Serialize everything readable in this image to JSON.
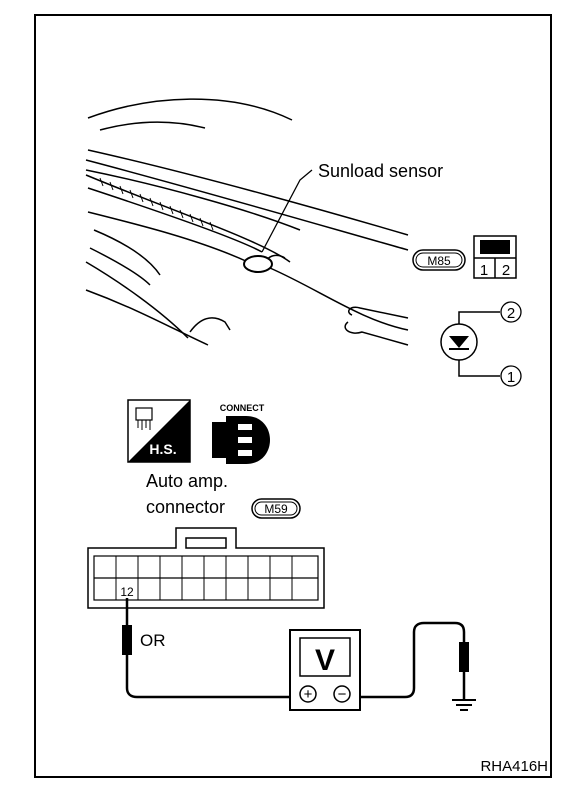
{
  "sensor_label": "Sunload sensor",
  "sensor_connector": {
    "code": "M85",
    "terminals": [
      "1",
      "2"
    ],
    "symbol_pins": [
      "2",
      "1"
    ]
  },
  "icons": {
    "harness_side": "H.S.",
    "connect": "CONNECT"
  },
  "auto_amp": {
    "line1": "Auto amp.",
    "line2": "connector",
    "code": "M59",
    "terminal": "12",
    "wire_color": "OR"
  },
  "meter_label": "V",
  "meter_plus": "+",
  "meter_minus": "−",
  "figure_code": "RHA416H"
}
